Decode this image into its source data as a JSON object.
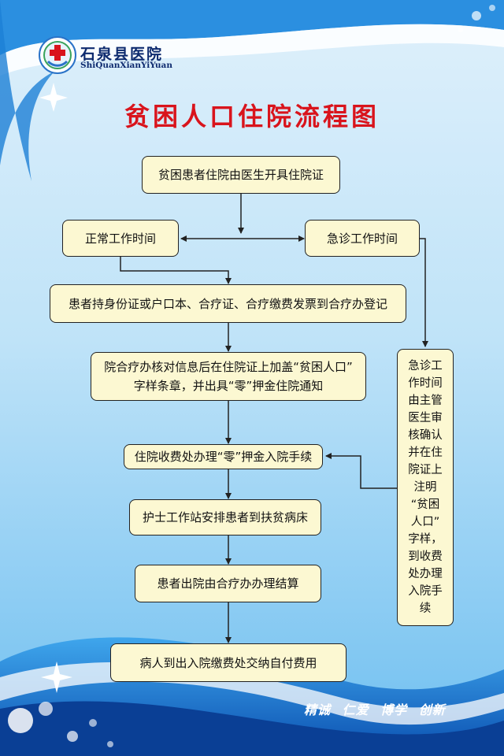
{
  "header": {
    "hospital_name": "石泉县医院",
    "hospital_name_en": "ShiQuanXianYiYuan"
  },
  "title": "贫困人口住院流程图",
  "flow": {
    "step1": "贫困患者住院由医生开具住院证",
    "normal_hours": "正常工作时间",
    "emergency_hours": "急诊工作时间",
    "step2": "患者持身份证或户口本、合疗证、合疗缴费发票到合疗办登记",
    "step3_line1": "院合疗办核对信息后在住院证上加盖“贫困人口”",
    "step3_line2": "字样条章，并出具“零”押金住院通知",
    "step4": "住院收费处办理“零”押金入院手续",
    "step5": "护士工作站安排患者到扶贫病床",
    "step6": "患者出院由合疗办办理结算",
    "step7": "病人到出入院缴费处交纳自付费用",
    "emergency_note_lines": [
      "急诊工",
      "作时间",
      "由主管",
      "医生审",
      "核确认",
      "并在住",
      "院证上",
      "注明",
      "“贫困",
      "人口”",
      "字样，",
      "到收费",
      "处办理",
      "入院手",
      "续"
    ]
  },
  "footer": {
    "motto": "精诚  仁爱  博学  创新"
  },
  "colors": {
    "box_fill": "#fcf8d2",
    "title_red": "#d9141c",
    "brand_navy": "#0d2a6e",
    "sky_blue": "#2b8fe0"
  }
}
